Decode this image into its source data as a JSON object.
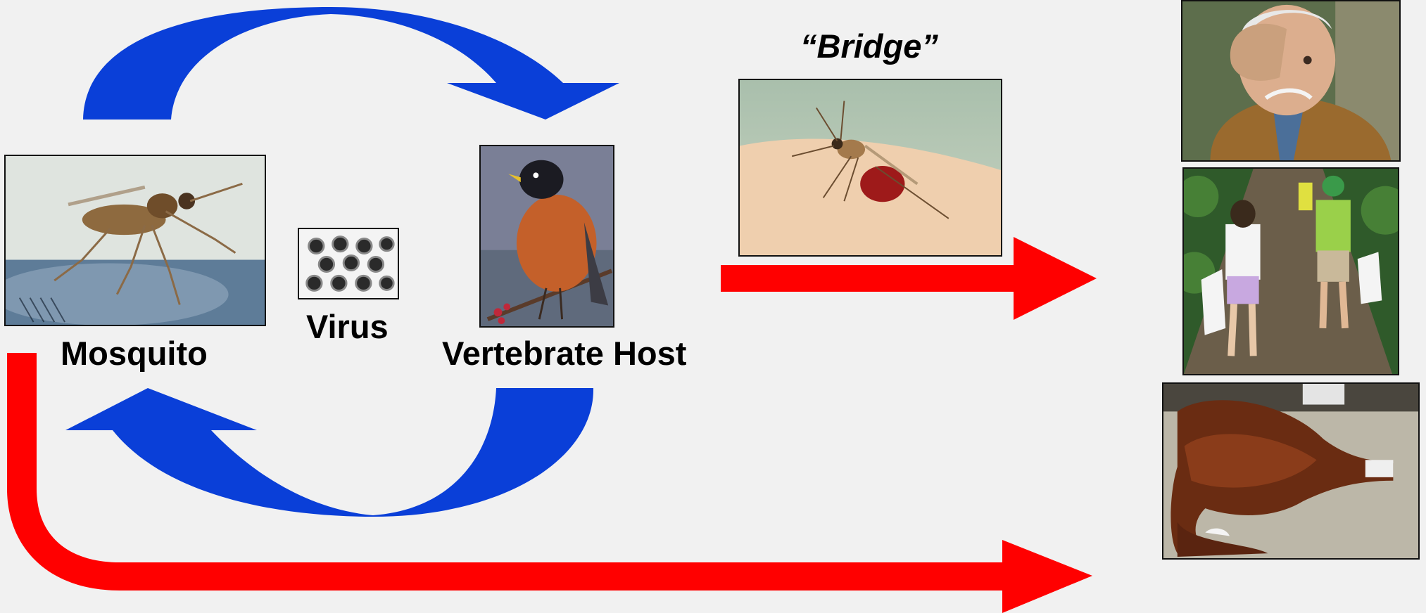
{
  "labels": {
    "mosquito": "Mosquito",
    "virus": "Virus",
    "vertebrate_host": "Vertebrate Host",
    "bridge": "“Bridge”"
  },
  "colors": {
    "cycle_arrow_blue": "#0a3fd8",
    "spillover_arrow_red": "#ff0000",
    "background": "#f1f1f1"
  },
  "images": {
    "mosquito": "mosquito-photo",
    "virus": "virus-micrograph",
    "vertebrate_host": "robin-bird-photo",
    "bridge_mosquito": "blood-fed-mosquito-on-skin-photo",
    "human_elderly": "elderly-man-headache-photo",
    "human_children": "children-on-trail-photo",
    "horse": "sick-horse-lying-photo"
  }
}
